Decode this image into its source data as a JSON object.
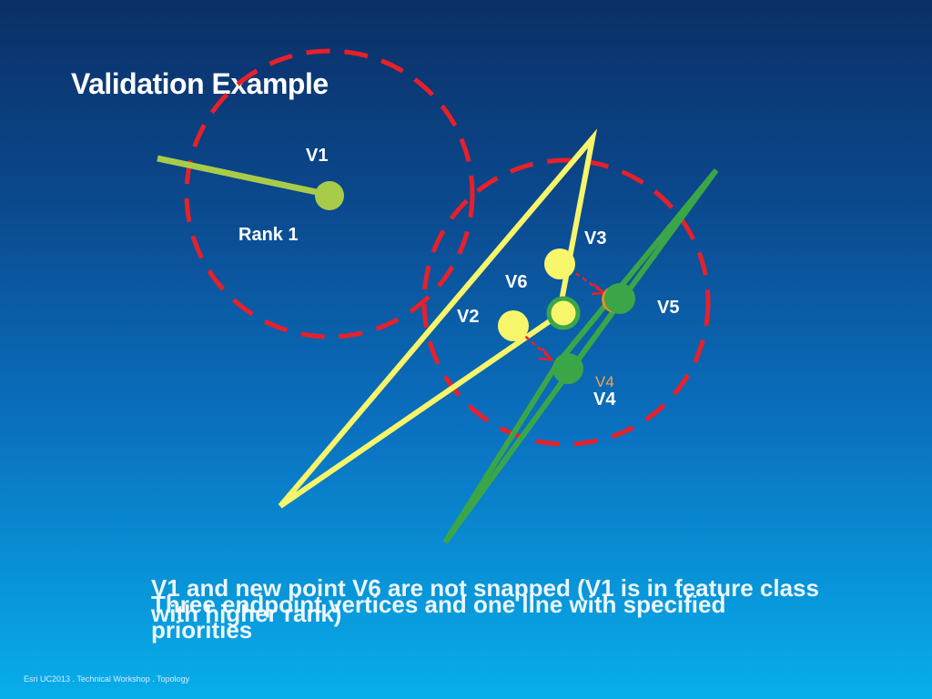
{
  "slide": {
    "title": "Validation Example",
    "footer": "Esri UC2013 . Technical Workshop . Topology"
  },
  "labels": {
    "v1": "V1",
    "rank": "Rank 1",
    "v3": "V3",
    "v6": "V6",
    "v2": "V2",
    "v5": "V5",
    "v4_overlay": "V4",
    "v4": "V4"
  },
  "captions": [
    "V1 and new point V6 are not snapped (V1 is in feature class with higher rank)",
    "Three endpoint vertices and one line with specified priorities"
  ],
  "colors": {
    "tolerance_circle": "#e8202a",
    "line_rank1": "#a8cc4a",
    "line_yellow": "#f7f56a",
    "line_green": "#3aa648",
    "snap_arrow": "#e8202a",
    "v4_overlay_label": "#f2a64a"
  }
}
